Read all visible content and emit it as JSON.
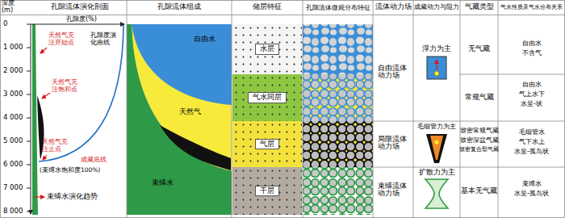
{
  "diagram": {
    "nodes": [
      {
        "text": [
          "水层"
        ]
      },
      {
        "text": [
          "气水同层"
        ]
      },
      {
        "text": [
          "气层"
        ]
      },
      {
        "text": [
          "干层"
        ]
      }
    ],
    "labels": [
      "深度",
      "(m)",
      "孔隙流体演化剖面",
      "孔隙流体组成",
      "储层特征",
      "孔隙流体微观分布特征",
      "流体动力场",
      "成藏动力与阻力",
      "气藏类型",
      "气水性质及气水分布关系",
      "0",
      "1 000",
      "2 000",
      "3 000",
      "4 000",
      "5 000",
      "6 000",
      "7 000",
      "8 000",
      "孔隙度(%)",
      "天然气充注开始点",
      "孔隙度演化曲线",
      "天然气充注饱和点",
      "天然气充注止点",
      "成藏底线",
      "(束缚水饱和度100%)",
      "束缚水演化趋势",
      "自由水",
      "天然气",
      "束缚水",
      "自由流体动力场",
      "局限流体动力场",
      "束缚流体动力场",
      "浮力为主",
      "毛细管力为主",
      "扩散力为主",
      "无气藏",
      "常规气藏",
      "致密常规气藏",
      "致密深盆气藏",
      "致密复合型气藏",
      "基本无气藏",
      "自由水",
      "不含气",
      "自由水",
      "气上水下",
      "水呈-状",
      "毛细管水",
      "气下水上",
      "水呈-孤岛状",
      "束缚水",
      "水呈-孤岛状"
    ]
  }
}
